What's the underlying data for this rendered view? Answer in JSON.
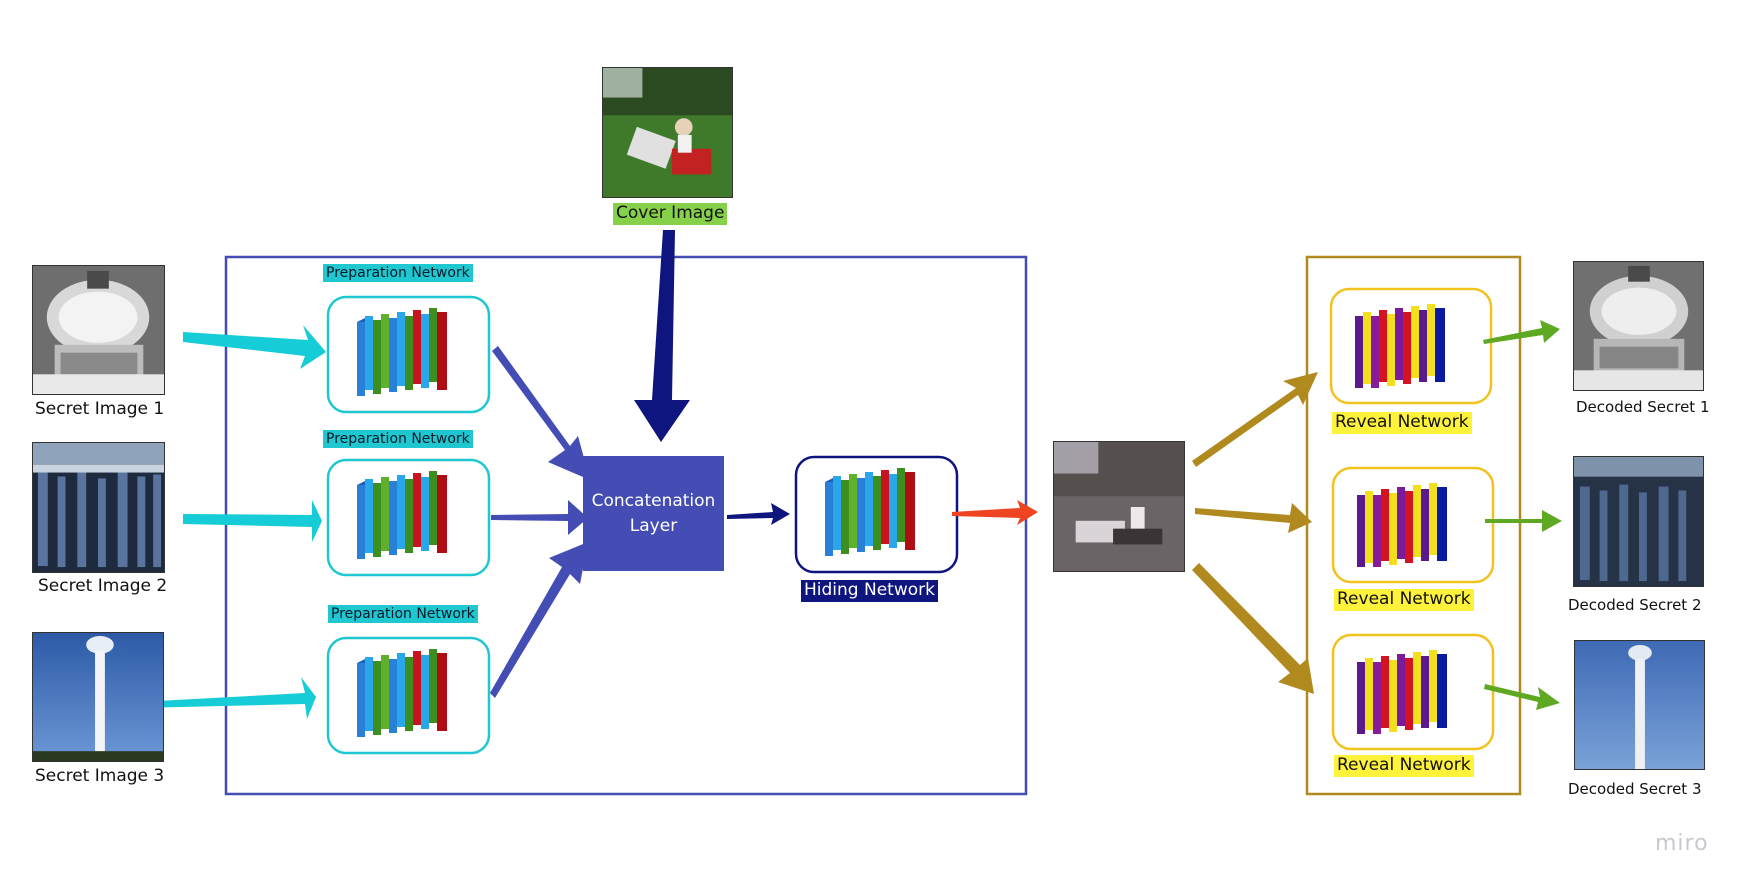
{
  "secret_images": [
    {
      "label": "Secret Image 1"
    },
    {
      "label": "Secret Image 2"
    },
    {
      "label": "Secret Image 3"
    }
  ],
  "cover_image": {
    "label": "Cover Image"
  },
  "preparation_networks": [
    {
      "label": "Preparation Network"
    },
    {
      "label": "Preparation Network"
    },
    {
      "label": "Preparation Network"
    }
  ],
  "concatenation": {
    "line1": "Concatenation",
    "line2": "Layer"
  },
  "hiding_network": {
    "label": "Hiding Network"
  },
  "reveal_networks": [
    {
      "label": "Reveal Network"
    },
    {
      "label": "Reveal Network"
    },
    {
      "label": "Reveal Network"
    }
  ],
  "decoded_secrets": [
    {
      "label": "Decoded Secret 1"
    },
    {
      "label": "Decoded Secret 2"
    },
    {
      "label": "Decoded Secret 3"
    }
  ],
  "watermark": "miro",
  "colors": {
    "prep_border": "#1fc7d0",
    "prep_tag": "#1fc7d0",
    "cyan_arrow": "#16ccd6",
    "encoder_box": "#434db3",
    "concat_fill": "#434db3",
    "cover_arrow": "#0e157e",
    "hiding_border": "#0e157e",
    "hiding_tag": "#0e157e",
    "red_arrow": "#ee4422",
    "decoder_box": "#b08a1e",
    "gold_arrow": "#b08a1e",
    "reveal_border": "#f2c21e",
    "reveal_tag": "#fff23b",
    "green_arrow": "#5fa822",
    "cover_tag": "#86d04a"
  }
}
